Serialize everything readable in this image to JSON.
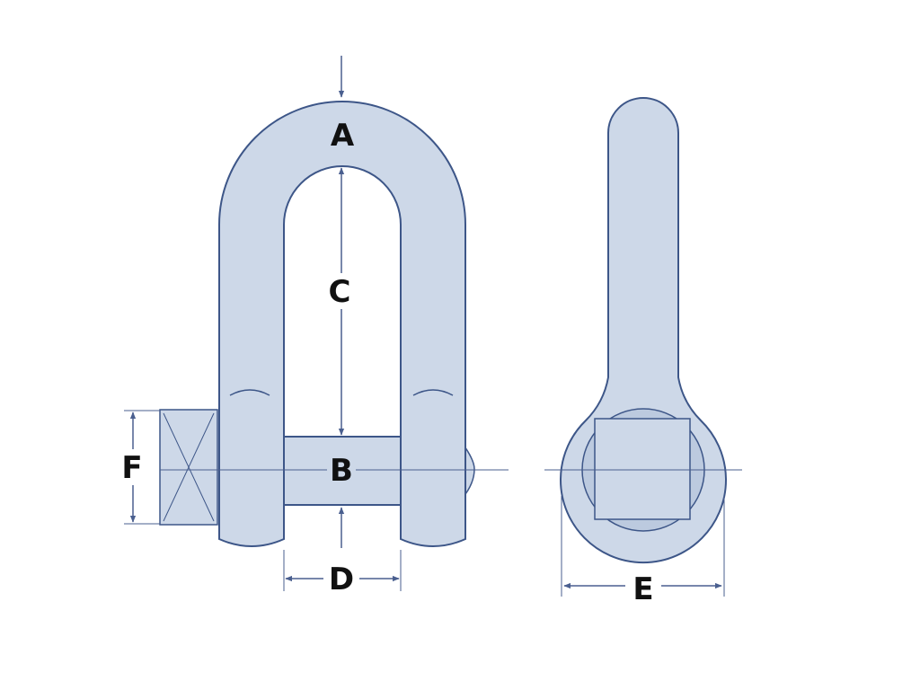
{
  "labels": {
    "a": "A",
    "b": "B",
    "c": "C",
    "d": "D",
    "e": "E",
    "f": "F"
  },
  "colors": {
    "fill": "#cdd8e8",
    "fill_dark": "#bccadf",
    "stroke": "#3d5688",
    "line": "#4a5f8f",
    "text": "#111111"
  }
}
